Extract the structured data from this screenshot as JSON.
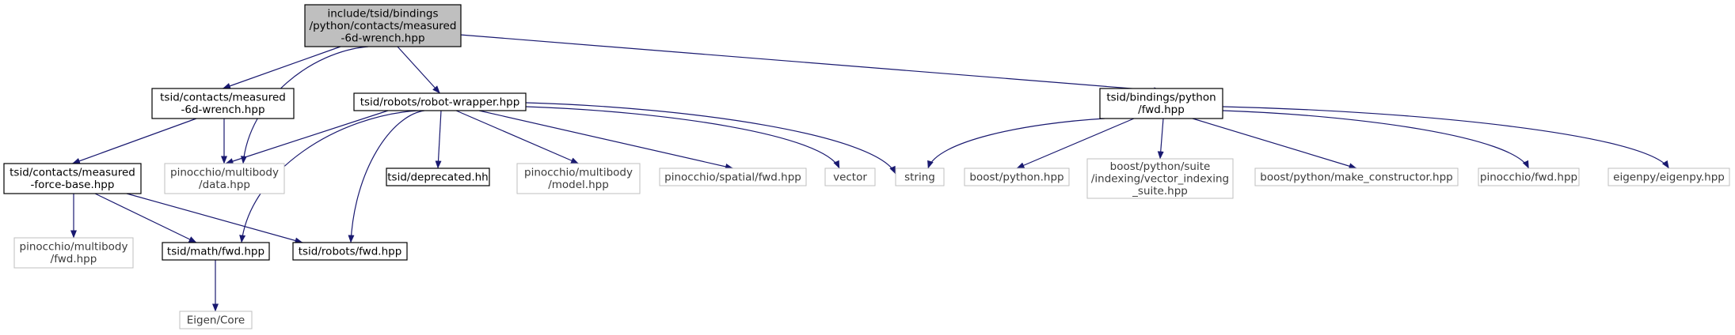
{
  "diagram": {
    "nodes": [
      {
        "id": "root",
        "lines": [
          "include/tsid/bindings",
          "/python/contacts/measured",
          "-6d-wrench.hpp"
        ],
        "kind": "root"
      },
      {
        "id": "tcm6d",
        "lines": [
          "tsid/contacts/measured",
          "-6d-wrench.hpp"
        ],
        "kind": "internal"
      },
      {
        "id": "rw",
        "lines": [
          "tsid/robots/robot-wrapper.hpp"
        ],
        "kind": "internal"
      },
      {
        "id": "bpf",
        "lines": [
          "tsid/bindings/python",
          "/fwd.hpp"
        ],
        "kind": "internal"
      },
      {
        "id": "tcmfb",
        "lines": [
          "tsid/contacts/measured",
          "-force-base.hpp"
        ],
        "kind": "internal"
      },
      {
        "id": "pmdata",
        "lines": [
          "pinocchio/multibody",
          "/data.hpp"
        ],
        "kind": "external"
      },
      {
        "id": "dep",
        "lines": [
          "tsid/deprecated.hh"
        ],
        "kind": "internal"
      },
      {
        "id": "pmmodel",
        "lines": [
          "pinocchio/multibody",
          "/model.hpp"
        ],
        "kind": "external"
      },
      {
        "id": "psf",
        "lines": [
          "pinocchio/spatial/fwd.hpp"
        ],
        "kind": "external"
      },
      {
        "id": "vector",
        "lines": [
          "vector"
        ],
        "kind": "external"
      },
      {
        "id": "string",
        "lines": [
          "string"
        ],
        "kind": "external"
      },
      {
        "id": "bph",
        "lines": [
          "boost/python.hpp"
        ],
        "kind": "external"
      },
      {
        "id": "bpsi",
        "lines": [
          "boost/python/suite",
          "/indexing/vector_indexing",
          "_suite.hpp"
        ],
        "kind": "external"
      },
      {
        "id": "bpmc",
        "lines": [
          "boost/python/make_constructor.hpp"
        ],
        "kind": "external"
      },
      {
        "id": "pf",
        "lines": [
          "pinocchio/fwd.hpp"
        ],
        "kind": "external"
      },
      {
        "id": "eig",
        "lines": [
          "eigenpy/eigenpy.hpp"
        ],
        "kind": "external"
      },
      {
        "id": "pmfwd",
        "lines": [
          "pinocchio/multibody",
          "/fwd.hpp"
        ],
        "kind": "external"
      },
      {
        "id": "tmf",
        "lines": [
          "tsid/math/fwd.hpp"
        ],
        "kind": "internal"
      },
      {
        "id": "trf",
        "lines": [
          "tsid/robots/fwd.hpp"
        ],
        "kind": "internal"
      },
      {
        "id": "ec",
        "lines": [
          "Eigen/Core"
        ],
        "kind": "external"
      }
    ],
    "edges": [
      [
        "root",
        "tcm6d"
      ],
      [
        "root",
        "pmdata"
      ],
      [
        "root",
        "rw"
      ],
      [
        "root",
        "bpf"
      ],
      [
        "tcm6d",
        "tcmfb"
      ],
      [
        "tcm6d",
        "pmdata"
      ],
      [
        "rw",
        "pmdata"
      ],
      [
        "rw",
        "tmf"
      ],
      [
        "rw",
        "trf"
      ],
      [
        "rw",
        "dep"
      ],
      [
        "rw",
        "pmmodel"
      ],
      [
        "rw",
        "psf"
      ],
      [
        "rw",
        "vector"
      ],
      [
        "rw",
        "string"
      ],
      [
        "bpf",
        "string"
      ],
      [
        "bpf",
        "bph"
      ],
      [
        "bpf",
        "bpsi"
      ],
      [
        "bpf",
        "bpmc"
      ],
      [
        "bpf",
        "pf"
      ],
      [
        "bpf",
        "eig"
      ],
      [
        "tcmfb",
        "pmfwd"
      ],
      [
        "tcmfb",
        "tmf"
      ],
      [
        "tcmfb",
        "trf"
      ],
      [
        "tmf",
        "ec"
      ]
    ],
    "colors": {
      "root_fill": "#bfbfbf",
      "internal_border": "#000000",
      "external_border": "#bfbfbf",
      "edge": "#191970"
    }
  }
}
